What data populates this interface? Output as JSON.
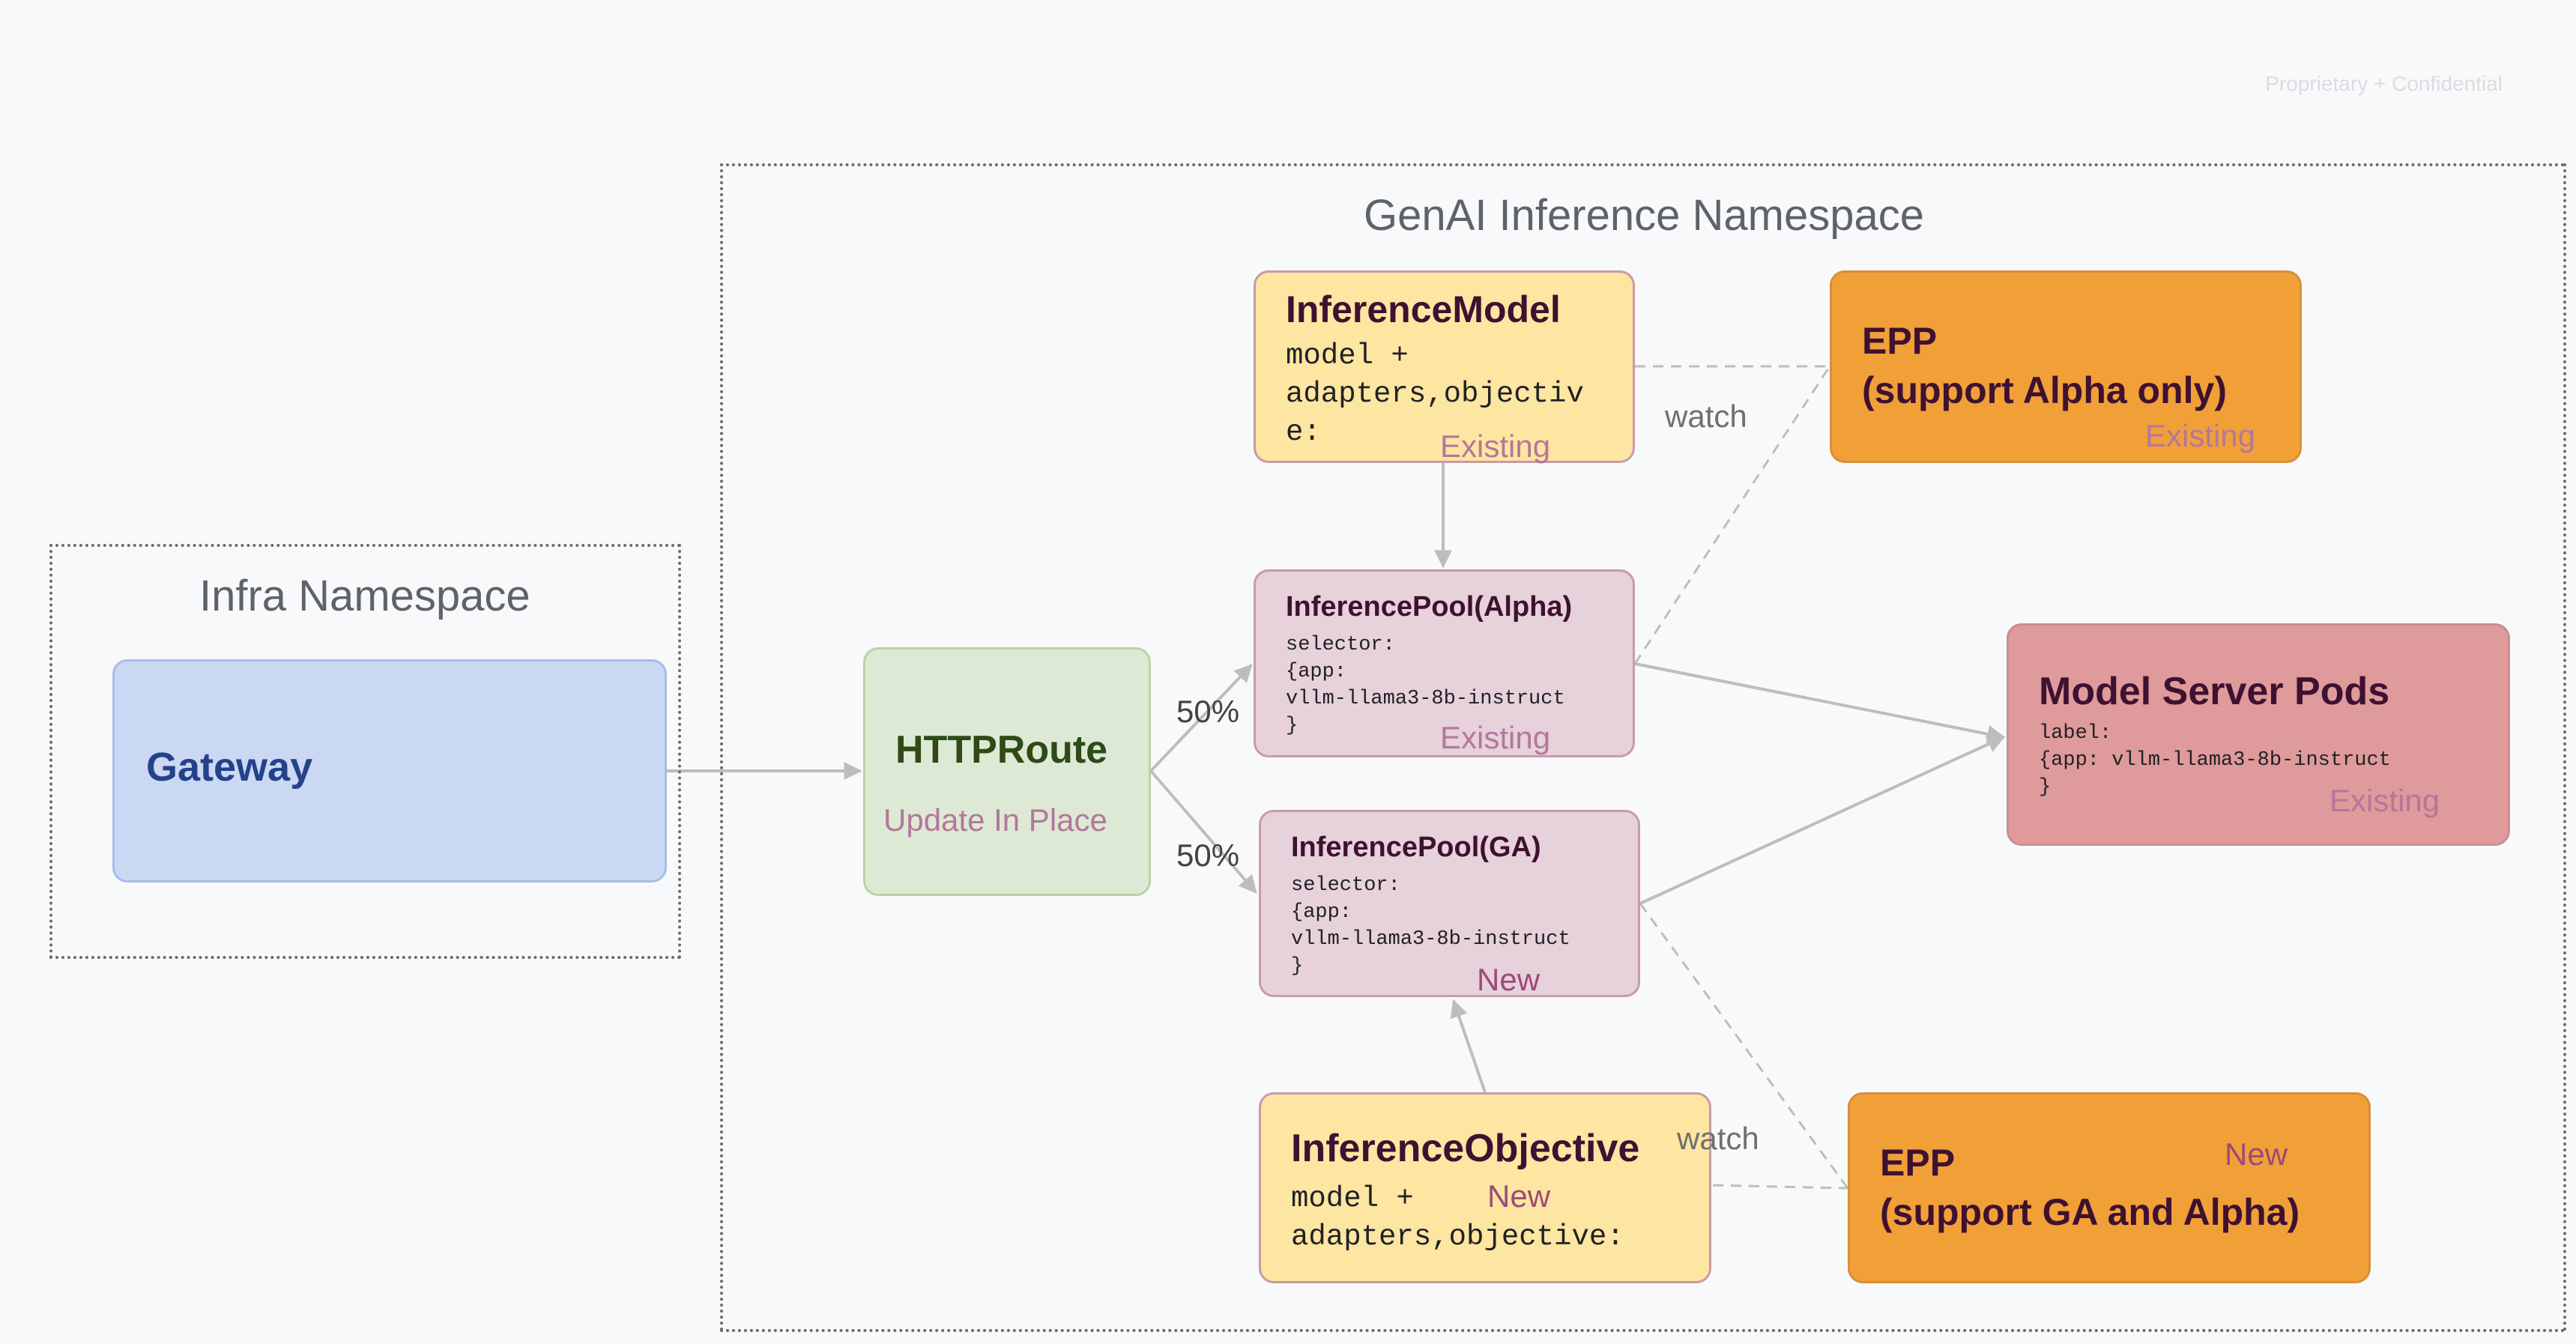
{
  "header": {
    "confidential": "Proprietary + Confidential"
  },
  "infra_namespace": {
    "title": "Infra Namespace"
  },
  "genai_namespace": {
    "title": "GenAI Inference Namespace"
  },
  "gateway": {
    "title": "Gateway"
  },
  "httproute": {
    "title": "HTTPRoute",
    "status": "Update In Place"
  },
  "inference_model": {
    "title": "InferenceModel",
    "body": "model +\nadapters,objectiv\ne:",
    "status": "Existing"
  },
  "inference_pool_alpha": {
    "title": "InferencePool(Alpha)",
    "body": "selector:\n{app:\nvllm-llama3-8b-instruct\n}",
    "status": "Existing"
  },
  "inference_pool_ga": {
    "title": "InferencePool(GA)",
    "body": "selector:\n{app:\nvllm-llama3-8b-instruct\n}",
    "status": "New"
  },
  "inference_objective": {
    "title": "InferenceObjective",
    "body": "model +\nadapters,objective:",
    "status": "New"
  },
  "epp_alpha": {
    "title_line1": "EPP",
    "title_line2": "(support Alpha only)",
    "status": "Existing"
  },
  "epp_ga": {
    "title_line1": "EPP",
    "title_line2": "(support GA and Alpha)",
    "status": "New"
  },
  "model_server_pods": {
    "title": "Model Server Pods",
    "body": "label:\n{app: vllm-llama3-8b-instruct\n}",
    "status": "Existing"
  },
  "edges": {
    "split_alpha": "50%",
    "split_ga": "50%",
    "watch_alpha": "watch",
    "watch_ga": "watch"
  },
  "colors": {
    "gateway": "#cbd8f4",
    "httproute": "#dde9d4",
    "inference_model": "#fde5a2",
    "inference_pool": "#e7d1db",
    "epp": "#f1a038",
    "model_server_pods": "#df9a9b",
    "status_existing": "#b4779b",
    "status_new": "#9d4a78"
  }
}
